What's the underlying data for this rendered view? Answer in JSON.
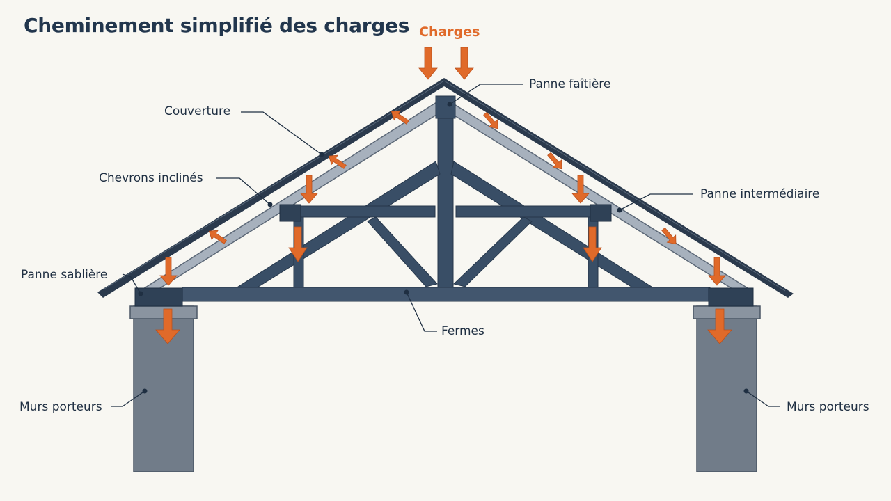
{
  "title": "Cheminement simplifié des charges",
  "labels": {
    "charges": "Charges",
    "panne_faitiere": "Panne faîtière",
    "couverture": "Couverture",
    "chevrons": "Chevrons inclinés",
    "panne_intermediaire": "Panne intermédiaire",
    "panne_sabliere": "Panne sablière",
    "fermes": "Fermes",
    "murs_gauche": "Murs porteurs",
    "murs_droite": "Murs porteurs"
  },
  "colors": {
    "background": "#f8f7f2",
    "structure": "#394e66",
    "rafter": "#a7b1bd",
    "roof": "#2b3a4d",
    "wall": "#707b88",
    "arrow": "#e06a2a",
    "text": "#1f2f42"
  }
}
